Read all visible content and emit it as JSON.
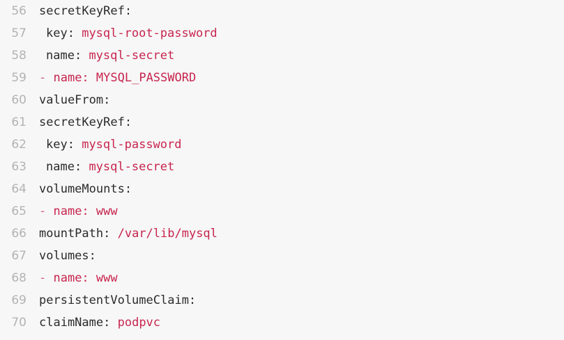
{
  "lines": [
    {
      "num": "56",
      "dash": "",
      "key": "secretKeyRef:",
      "val": "",
      "indent": false
    },
    {
      "num": "57",
      "dash": "",
      "key": "key:",
      "val": "mysql-root-password",
      "indent": true
    },
    {
      "num": "58",
      "dash": "",
      "key": "name:",
      "val": "mysql-secret",
      "indent": true
    },
    {
      "num": "59",
      "dash": "-",
      "key": "name:",
      "val": "MYSQL_PASSWORD",
      "indent": false,
      "key_colored": true
    },
    {
      "num": "60",
      "dash": "",
      "key": "valueFrom:",
      "val": "",
      "indent": false
    },
    {
      "num": "61",
      "dash": "",
      "key": "secretKeyRef:",
      "val": "",
      "indent": false
    },
    {
      "num": "62",
      "dash": "",
      "key": "key:",
      "val": "mysql-password",
      "indent": true
    },
    {
      "num": "63",
      "dash": "",
      "key": "name:",
      "val": "mysql-secret",
      "indent": true
    },
    {
      "num": "64",
      "dash": "",
      "key": "volumeMounts:",
      "val": "",
      "indent": false
    },
    {
      "num": "65",
      "dash": "-",
      "key": "name:",
      "val": "www",
      "indent": false,
      "key_colored": true
    },
    {
      "num": "66",
      "dash": "",
      "key": "mountPath:",
      "val": "/var/lib/mysql",
      "indent": false
    },
    {
      "num": "67",
      "dash": "",
      "key": "volumes:",
      "val": "",
      "indent": false
    },
    {
      "num": "68",
      "dash": "-",
      "key": "name:",
      "val": "www",
      "indent": false,
      "key_colored": true
    },
    {
      "num": "69",
      "dash": "",
      "key": "persistentVolumeClaim:",
      "val": "",
      "indent": false
    },
    {
      "num": "70",
      "dash": "",
      "key": "claimName:",
      "val": "podpvc",
      "indent": false
    }
  ],
  "colors": {
    "background": "#f7f7f7",
    "line_number": "#b3b3b3",
    "key_text": "#2b2b2b",
    "value_text": "#c7254e"
  }
}
